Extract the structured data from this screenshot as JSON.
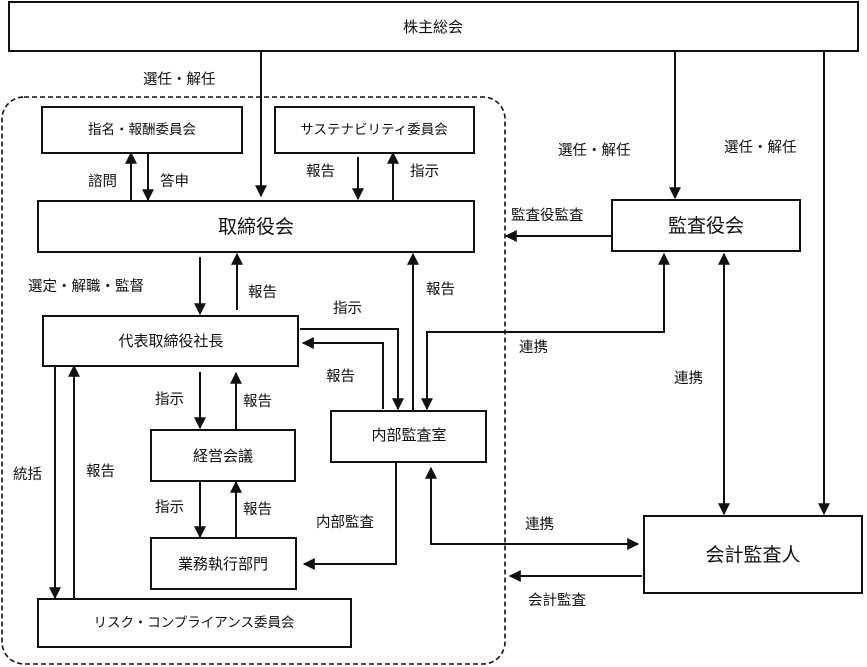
{
  "diagram": {
    "colors": {
      "stroke": "#111111",
      "background": "#ffffff"
    },
    "nodes": {
      "shareholders": "株主総会",
      "nomination": "指名・報酬委員会",
      "sustainability": "サステナビリティ委員会",
      "board": "取締役会",
      "auditboard": "監査役会",
      "president": "代表取締役社長",
      "internal_audit": "内部監査室",
      "management": "経営会議",
      "business": "業務執行部門",
      "risk": "リスク・コンプライアンス委員会",
      "accounting_auditor": "会計監査人"
    },
    "edges": {
      "sh_to_board": "選任・解任",
      "sh_to_auditboard": "選任・解任",
      "sh_to_accountant": "選任・解任",
      "board_to_nomination": "諮問",
      "nomination_to_board": "答申",
      "sustain_to_board": "報告",
      "board_to_sustain": "指示",
      "auditboard_to_board": "監査役監査",
      "board_to_president": "選定・解職・監督",
      "president_to_board": "報告",
      "ia_to_board": "報告",
      "president_to_ia": "指示",
      "ia_to_president": "報告",
      "auditboard_ia": "連携",
      "auditboard_accountant": "連携",
      "president_to_mgmt": "指示",
      "mgmt_to_president": "報告",
      "mgmt_to_business": "指示",
      "business_to_mgmt": "報告",
      "president_to_risk": "統括",
      "risk_to_president": "報告",
      "ia_to_business": "内部監査",
      "ia_accountant": "連携",
      "accountant_audit": "会計監査"
    }
  }
}
